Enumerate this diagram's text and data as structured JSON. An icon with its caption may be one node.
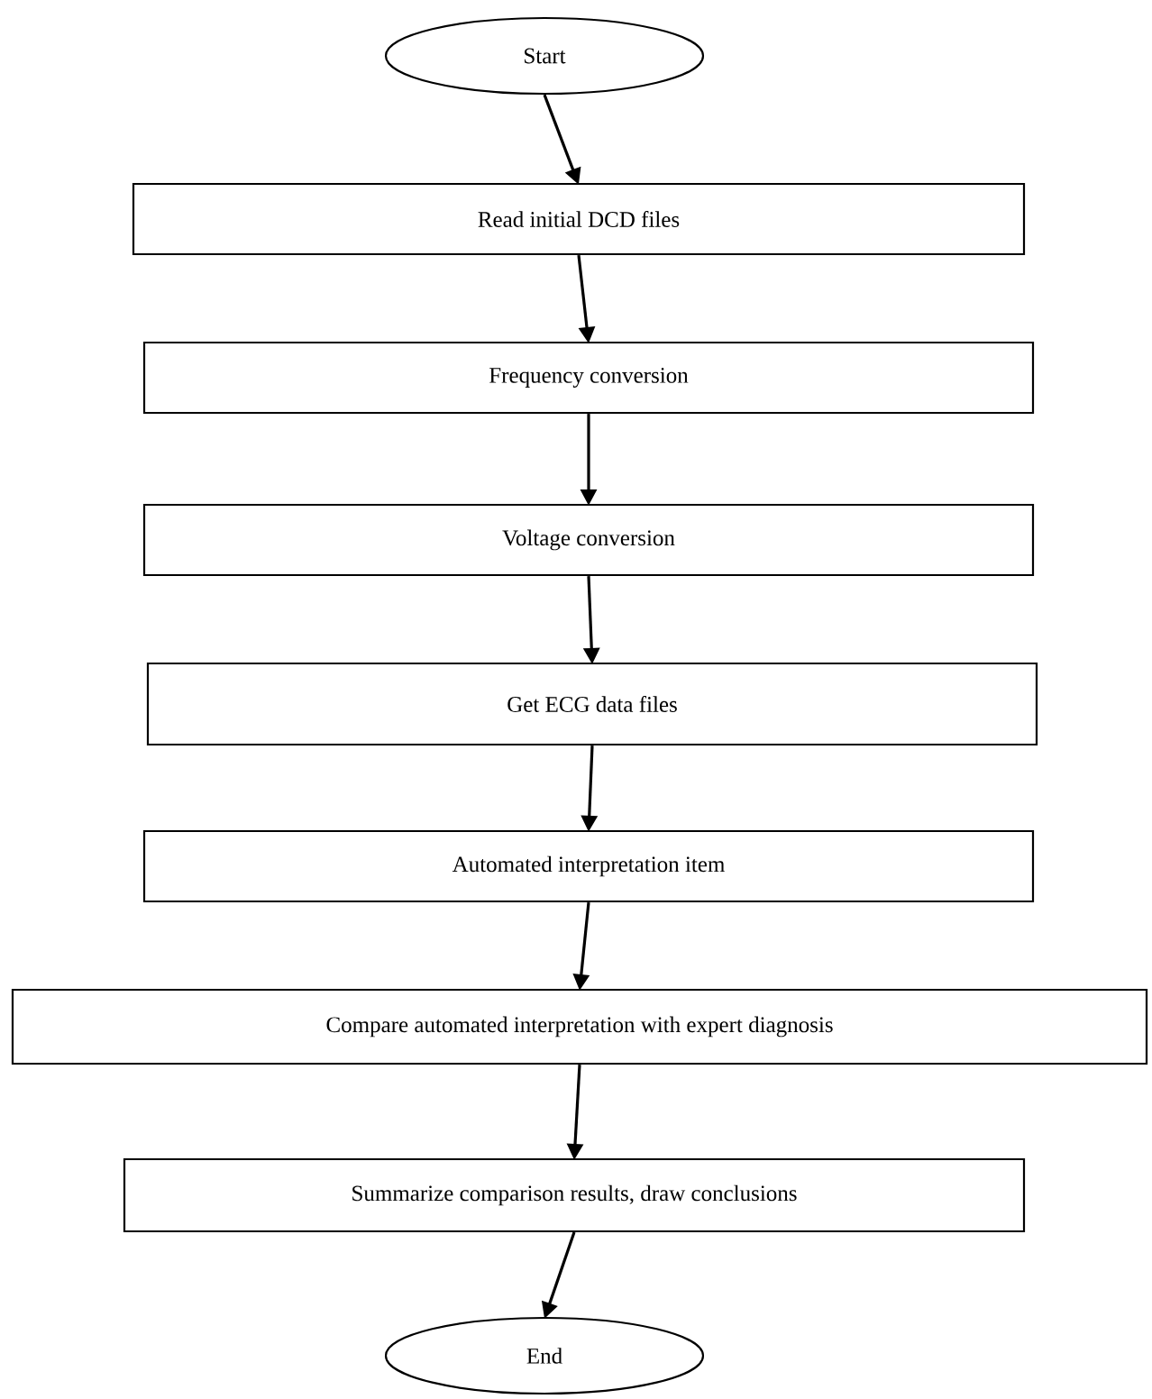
{
  "diagram": {
    "nodes": [
      {
        "text": [
          "Start"
        ]
      },
      {
        "text": [
          "Read initial DCD files"
        ]
      },
      {
        "text": [
          "Frequency conversion"
        ]
      },
      {
        "text": [
          "Voltage conversion"
        ]
      },
      {
        "text": [
          "Get ECG data files"
        ]
      },
      {
        "text": [
          "Automated interpretation item"
        ]
      },
      {
        "text": [
          "Compare automated interpretation with expert diagnosis"
        ]
      },
      {
        "text": [
          "Summarize comparison results, draw conclusions"
        ]
      },
      {
        "text": [
          "End"
        ]
      }
    ],
    "edges": [
      {
        "from": 0,
        "to": 1,
        "arrow": "to"
      },
      {
        "from": 1,
        "to": 2,
        "arrow": "to"
      },
      {
        "from": 2,
        "to": 3,
        "arrow": "to"
      },
      {
        "from": 3,
        "to": 4,
        "arrow": "to"
      },
      {
        "from": 4,
        "to": 5,
        "arrow": "to"
      },
      {
        "from": 5,
        "to": 6,
        "arrow": "to"
      },
      {
        "from": 6,
        "to": 7,
        "arrow": "to"
      },
      {
        "from": 7,
        "to": 8,
        "arrow": "to"
      }
    ]
  }
}
